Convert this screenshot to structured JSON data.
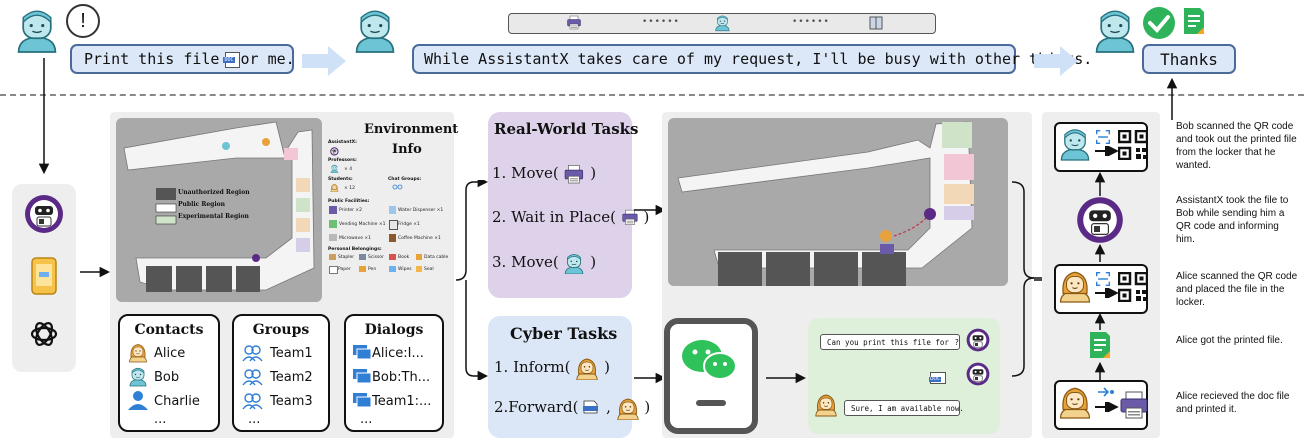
{
  "top": {
    "request_text": "Print this file",
    "request_suffix": "for me.",
    "doc_label": "DOC",
    "busy_text": "While AssistantX takes care of my request, I'll be busy with other things.",
    "progress_dots": "••••••",
    "thanks_text": "Thanks",
    "alert_mark": "!"
  },
  "environment": {
    "title_line1": "Environment",
    "title_line2": "Info",
    "assistant_label": "AssistantX:",
    "professors_label": "Professors:",
    "professors_count": "× 4",
    "students_label": "Students:",
    "students_count": "× 12",
    "chat_groups_label": "Chat Groups:",
    "public_facilities_label": "Public Facilities:",
    "facilities": [
      "Printer ×2",
      "Water Dispenser ×1",
      "Vending Machine ×1",
      "Fridge ×1",
      "Microwave ×1",
      "Coffee Machine ×1"
    ],
    "personal_label": "Personal Belongings:",
    "belongings": [
      "Stapler",
      "Scissor",
      "Book",
      "Data cable",
      "Paper",
      "Pen",
      "Wipes",
      "Seal"
    ],
    "legend": {
      "unauthorized": "Unauthorized Region",
      "public": "Public Region",
      "experimental": "Experimental Region"
    }
  },
  "contacts": {
    "title": "Contacts",
    "items": [
      "Alice",
      "Bob",
      "Charlie",
      "..."
    ]
  },
  "groups": {
    "title": "Groups",
    "items": [
      "Team1",
      "Team2",
      "Team3",
      "..."
    ]
  },
  "dialogs": {
    "title": "Dialogs",
    "items": [
      "Alice:I...",
      "Bob:Th...",
      "Team1:...",
      "..."
    ]
  },
  "real_world": {
    "title": "Real-World Tasks",
    "items": [
      "1. Move(",
      "2. Wait in Place(",
      "3. Move("
    ],
    "close": ")"
  },
  "cyber": {
    "title": "Cyber Tasks",
    "items": [
      "1. Inform(",
      "2.Forward("
    ],
    "close": ")",
    "separator": ","
  },
  "chat": {
    "msg1": "Can you print this file for",
    "msg1_suffix": "?",
    "doc_label": "DOC",
    "msg2": "Sure, I am available now."
  },
  "steps": [
    "Bob scanned the QR code and took out the printed file from the locker that he wanted.",
    "AssistantX took the file to Bob while sending him a QR code and informing him.",
    "Alice scanned the QR code and placed the file in the locker.",
    "Alice got the printed file.",
    "Alice recieved the doc file and printed it."
  ],
  "colors": {
    "bubble_fill": "#dce8f8",
    "bubble_border": "#4a6a9a",
    "person_teal": "#6cc4d4",
    "alice_orange": "#e8a23c",
    "robot_purple": "#5b2a86",
    "real_world_bg": "#ddd2ea",
    "cyber_bg": "#dbe7f7",
    "chat_bg": "#dff0da",
    "check_green": "#2eb35a"
  }
}
